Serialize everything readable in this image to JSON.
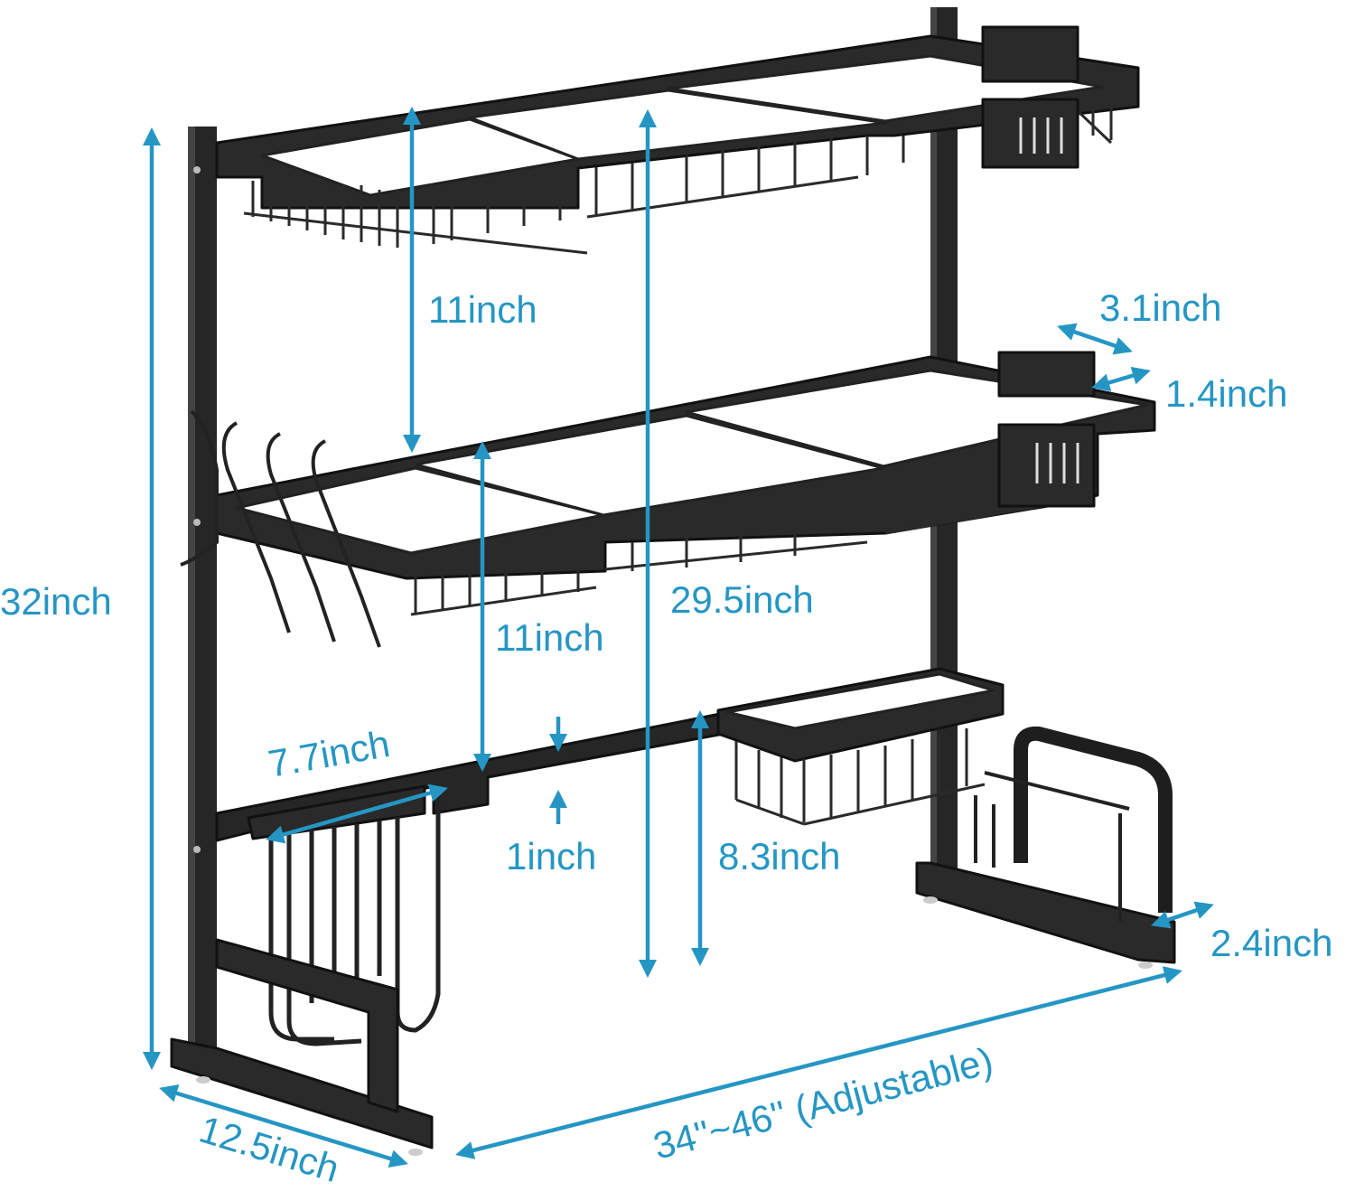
{
  "colors": {
    "dimension": "#2596c4",
    "frame": "#1e1e1e",
    "frame_light": "#3a3a3a",
    "wire": "#2a2a2a",
    "background": "#ffffff"
  },
  "labels": {
    "total_height": "32inch",
    "top_tier_gap": "11inch",
    "middle_tier_gap": "11inch",
    "inner_height": "29.5inch",
    "basket_width": "3.1inch",
    "basket_depth": "1.4inch",
    "hook_width": "7.7inch",
    "beam_height": "1inch",
    "bottom_basket_height": "8.3inch",
    "foot_width": "2.4inch",
    "depth": "12.5inch",
    "length": "34''~46''  (Adjustable)"
  }
}
